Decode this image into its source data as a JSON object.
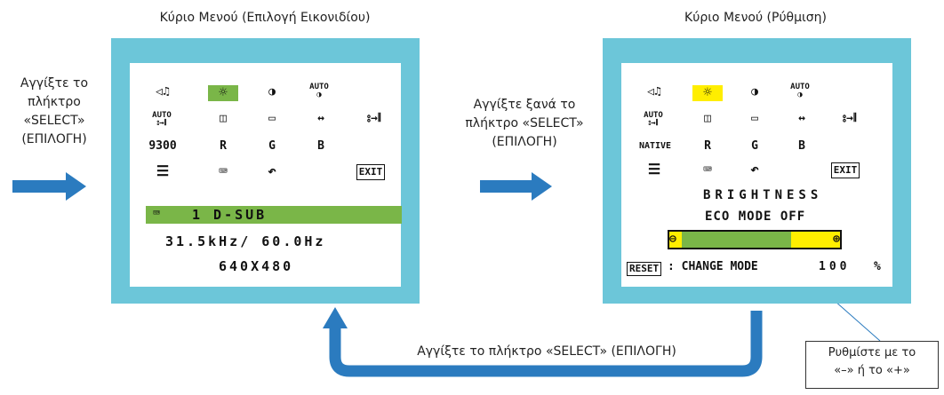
{
  "captions": {
    "left_title": "Κύριο Μενού (Επιλογή Εικονιδίου)",
    "right_title": "Κύριο Μενού (Ρύθμιση)",
    "step1_lines": [
      "Αγγίξτε το",
      "πλήκτρο",
      "«SELECT»",
      "(ΕΠΙΛΟΓΗ)"
    ],
    "step2_lines": [
      "Αγγίξτε ξανά το",
      "πλήκτρο «SELECT»",
      "(ΕΠΙΛΟΓΗ)"
    ],
    "loop_text": "Αγγίξτε το πλήκτρο «SELECT» (ΕΠΙΛΟΓΗ)",
    "tooltip_lines": [
      "Ρυθμίστε με το",
      "«–» ή το «+»"
    ]
  },
  "left_monitor": {
    "icons": {
      "volume": "◁♫",
      "brightness": "☼",
      "contrast": "◑",
      "auto_contrast": "AUTO ◑",
      "auto_adjust": "AUTO ⦂→∥",
      "left_right": "◫",
      "down_up": "▭",
      "h_size": "↔",
      "fine": "⦂→∥",
      "color_temp": "9300",
      "red": "R",
      "green": "G",
      "blue": "B",
      "tools": "☰",
      "keyboard": "⌨",
      "reset": "↶",
      "exit": "EXIT"
    },
    "input_label": "1  D-SUB",
    "frequency": "31.5kHz/ 60.0Hz",
    "resolution": "640X480"
  },
  "right_monitor": {
    "icons": {
      "volume": "◁♫",
      "brightness": "☼",
      "contrast": "◑",
      "auto_contrast": "AUTO ◑",
      "auto_adjust": "AUTO ⦂→∥",
      "left_right": "◫",
      "down_up": "▭",
      "h_size": "↔",
      "fine": "⦂→∥",
      "color_temp": "NATIVE",
      "red": "R",
      "green": "G",
      "blue": "B",
      "tools": "☰",
      "keyboard": "⌨",
      "reset": "↶",
      "exit": "EXIT"
    },
    "setting_name": "BRIGHTNESS",
    "eco_mode": "ECO MODE OFF",
    "minus": "⊖",
    "plus": "⊕",
    "slider_level": 0.75,
    "reset_label": "RESET",
    "change_mode": ": CHANGE MODE",
    "value": "100",
    "unit": "%"
  },
  "colors": {
    "monitor_frame": "#6cc6d9",
    "highlight_green": "#7ab648",
    "highlight_yellow": "#ffee00",
    "arrow_blue": "#2b7bbf"
  }
}
